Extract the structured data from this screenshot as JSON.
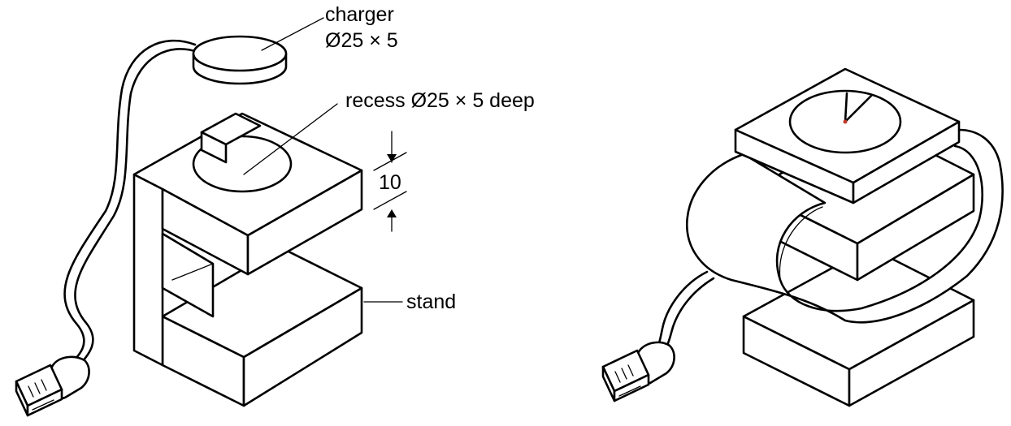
{
  "labels": {
    "charger_name": "charger",
    "charger_size": "Ø25 × 5",
    "recess": "recess Ø25 × 5 deep",
    "dimension": "10",
    "stand": "stand"
  },
  "colors": {
    "line": "#000000",
    "background": "#ffffff",
    "watch_hand_center": "#c0392b"
  }
}
